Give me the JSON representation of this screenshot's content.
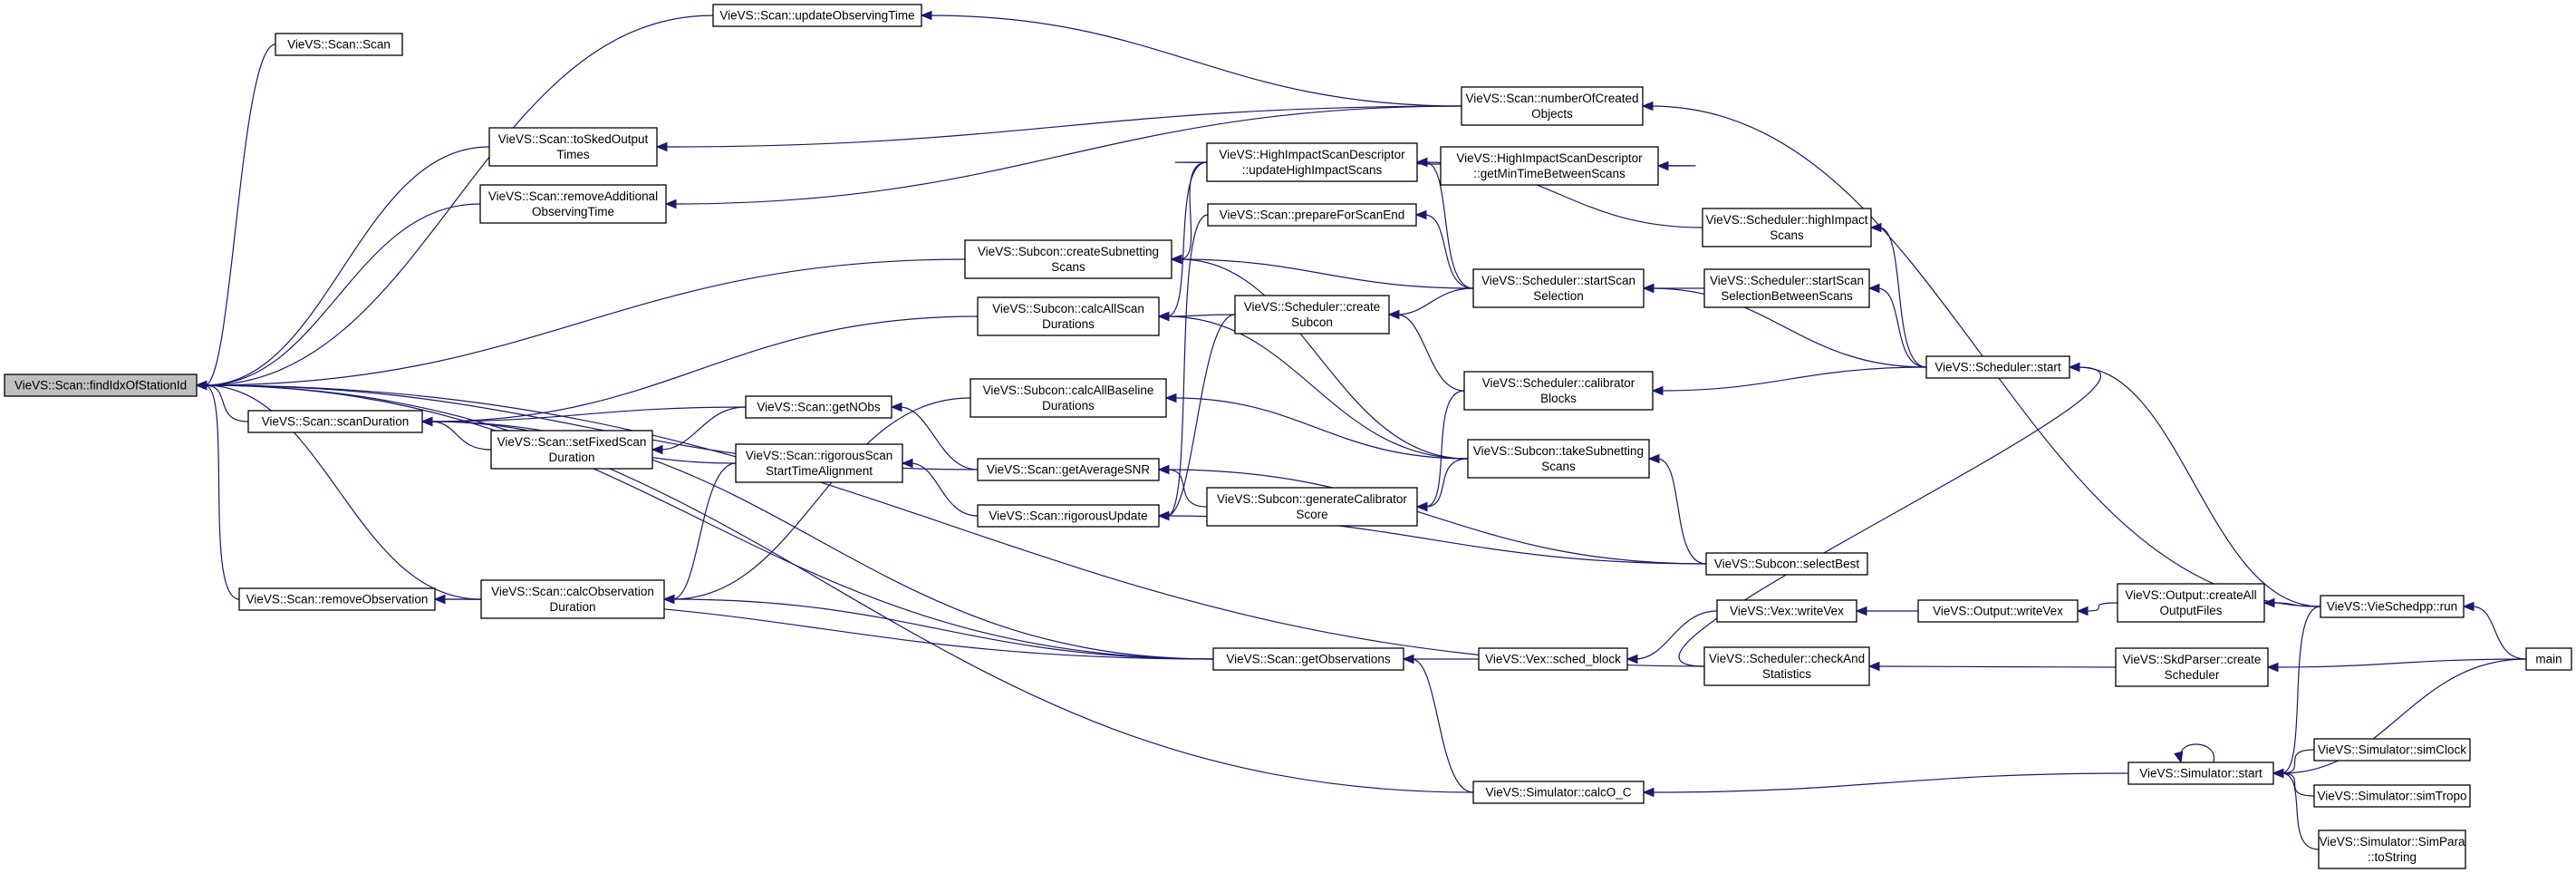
{
  "diagram": {
    "root": "findIdxOfStationId",
    "nodes": [
      {
        "id": "findIdxOfStationId",
        "lines": [
          "VieVS::Scan::findIdxOfStationId"
        ],
        "root": true
      },
      {
        "id": "scan",
        "lines": [
          "VieVS::Scan::Scan"
        ]
      },
      {
        "id": "updateObservingTime",
        "lines": [
          "VieVS::Scan::updateObservingTime"
        ]
      },
      {
        "id": "toSkedOutputTimes",
        "lines": [
          "VieVS::Scan::toSkedOutput",
          "Times"
        ]
      },
      {
        "id": "removeAdditionalObservingTime",
        "lines": [
          "VieVS::Scan::removeAdditional",
          "ObservingTime"
        ]
      },
      {
        "id": "scanDuration",
        "lines": [
          "VieVS::Scan::scanDuration"
        ]
      },
      {
        "id": "removeObservation",
        "lines": [
          "VieVS::Scan::removeObservation"
        ]
      },
      {
        "id": "getNObs",
        "lines": [
          "VieVS::Scan::getNObs"
        ]
      },
      {
        "id": "setFixedScanDuration",
        "lines": [
          "VieVS::Scan::setFixedScan",
          "Duration"
        ]
      },
      {
        "id": "rigorousScanStartTimeAlignment",
        "lines": [
          "VieVS::Scan::rigorousScan",
          "StartTimeAlignment"
        ]
      },
      {
        "id": "calcObservationDuration",
        "lines": [
          "VieVS::Scan::calcObservation",
          "Duration"
        ]
      },
      {
        "id": "createSubnettingScans",
        "lines": [
          "VieVS::Subcon::createSubnetting",
          "Scans"
        ]
      },
      {
        "id": "calcAllScanDurations",
        "lines": [
          "VieVS::Subcon::calcAllScan",
          "Durations"
        ]
      },
      {
        "id": "calcAllBaselineDurations",
        "lines": [
          "VieVS::Subcon::calcAllBaseline",
          "Durations"
        ]
      },
      {
        "id": "getAverageSNR",
        "lines": [
          "VieVS::Scan::getAverageSNR"
        ]
      },
      {
        "id": "rigorousUpdate",
        "lines": [
          "VieVS::Scan::rigorousUpdate"
        ]
      },
      {
        "id": "getObservations",
        "lines": [
          "VieVS::Scan::getObservations"
        ]
      },
      {
        "id": "updateHighImpactScans",
        "lines": [
          "VieVS::HighImpactScanDescriptor",
          "::updateHighImpactScans"
        ]
      },
      {
        "id": "prepareForScanEnd",
        "lines": [
          "VieVS::Scan::prepareForScanEnd"
        ]
      },
      {
        "id": "createSubcon",
        "lines": [
          "VieVS::Scheduler::create",
          "Subcon"
        ]
      },
      {
        "id": "generateCalibratorScore",
        "lines": [
          "VieVS::Subcon::generateCalibrator",
          "Score"
        ]
      },
      {
        "id": "schedBlock",
        "lines": [
          "VieVS::Vex::sched_block"
        ]
      },
      {
        "id": "numberOfCreatedObjects",
        "lines": [
          "VieVS::Scan::numberOfCreated",
          "Objects"
        ]
      },
      {
        "id": "getMinTimeBetweenScans",
        "lines": [
          "VieVS::HighImpactScanDescriptor",
          "::getMinTimeBetweenScans"
        ]
      },
      {
        "id": "startScanSelection",
        "lines": [
          "VieVS::Scheduler::startScan",
          "Selection"
        ]
      },
      {
        "id": "calibratorBlocks",
        "lines": [
          "VieVS::Scheduler::calibrator",
          "Blocks"
        ]
      },
      {
        "id": "takeSubnettingScans",
        "lines": [
          "VieVS::Subcon::takeSubnetting",
          "Scans"
        ]
      },
      {
        "id": "writeVexVex",
        "lines": [
          "VieVS::Vex::writeVex"
        ]
      },
      {
        "id": "checkAndStatistics",
        "lines": [
          "VieVS::Scheduler::checkAnd",
          "Statistics"
        ]
      },
      {
        "id": "calcOC",
        "lines": [
          "VieVS::Simulator::calcO_C"
        ]
      },
      {
        "id": "highImpactScans",
        "lines": [
          "VieVS::Scheduler::highImpact",
          "Scans"
        ]
      },
      {
        "id": "startScanSelectionBetweenScans",
        "lines": [
          "VieVS::Scheduler::startScan",
          "SelectionBetweenScans"
        ]
      },
      {
        "id": "schedulerStart",
        "lines": [
          "VieVS::Scheduler::start"
        ]
      },
      {
        "id": "selectBest",
        "lines": [
          "VieVS::Subcon::selectBest"
        ]
      },
      {
        "id": "outputWriteVex",
        "lines": [
          "VieVS::Output::writeVex"
        ]
      },
      {
        "id": "createAllOutputFiles",
        "lines": [
          "VieVS::Output::createAll",
          "OutputFiles"
        ]
      },
      {
        "id": "createScheduler",
        "lines": [
          "VieVS::SkdParser::create",
          "Scheduler"
        ]
      },
      {
        "id": "simulatorStart",
        "lines": [
          "VieVS::Simulator::start"
        ]
      },
      {
        "id": "vieSchedppRun",
        "lines": [
          "VieVS::VieSchedpp::run"
        ]
      },
      {
        "id": "simClock",
        "lines": [
          "VieVS::Simulator::simClock"
        ]
      },
      {
        "id": "simTropo",
        "lines": [
          "VieVS::Simulator::simTropo"
        ]
      },
      {
        "id": "simParaToString",
        "lines": [
          "VieVS::Simulator::SimPara",
          "::toString"
        ]
      },
      {
        "id": "main",
        "lines": [
          "main"
        ]
      }
    ],
    "edges": [
      {
        "from": "scan",
        "to": "findIdxOfStationId"
      },
      {
        "from": "updateObservingTime",
        "to": "findIdxOfStationId"
      },
      {
        "from": "toSkedOutputTimes",
        "to": "findIdxOfStationId"
      },
      {
        "from": "removeAdditionalObservingTime",
        "to": "findIdxOfStationId"
      },
      {
        "from": "scanDuration",
        "to": "findIdxOfStationId"
      },
      {
        "from": "removeObservation",
        "to": "findIdxOfStationId"
      },
      {
        "from": "calcObservationDuration",
        "to": "findIdxOfStationId"
      },
      {
        "from": "createSubnettingScans",
        "to": "findIdxOfStationId"
      },
      {
        "from": "getAverageSNR",
        "to": "findIdxOfStationId"
      },
      {
        "from": "getObservations",
        "to": "findIdxOfStationId"
      },
      {
        "from": "checkAndStatistics",
        "to": "findIdxOfStationId"
      },
      {
        "from": "calcOC",
        "to": "findIdxOfStationId"
      },
      {
        "from": "getNObs",
        "to": "scanDuration"
      },
      {
        "from": "setFixedScanDuration",
        "to": "scanDuration"
      },
      {
        "from": "rigorousScanStartTimeAlignment",
        "to": "scanDuration"
      },
      {
        "from": "calcAllScanDurations",
        "to": "scanDuration"
      },
      {
        "from": "getObservations",
        "to": "scanDuration"
      },
      {
        "from": "calcObservationDuration",
        "to": "removeObservation"
      },
      {
        "from": "getObservations",
        "to": "removeObservation"
      },
      {
        "from": "getAverageSNR",
        "to": "getNObs"
      },
      {
        "from": "getNObs",
        "to": "setFixedScanDuration"
      },
      {
        "from": "rigorousUpdate",
        "to": "rigorousScanStartTimeAlignment"
      },
      {
        "from": "rigorousScanStartTimeAlignment",
        "to": "calcObservationDuration"
      },
      {
        "from": "calcAllBaselineDurations",
        "to": "calcObservationDuration"
      },
      {
        "from": "getObservations",
        "to": "calcObservationDuration"
      },
      {
        "from": "numberOfCreatedObjects",
        "to": "updateObservingTime"
      },
      {
        "from": "numberOfCreatedObjects",
        "to": "toSkedOutputTimes"
      },
      {
        "from": "numberOfCreatedObjects",
        "to": "removeAdditionalObservingTime"
      },
      {
        "from": "updateHighImpactScans",
        "to": "createSubnettingScans"
      },
      {
        "from": "startScanSelection",
        "to": "createSubnettingScans"
      },
      {
        "from": "takeSubnettingScans",
        "to": "createSubnettingScans"
      },
      {
        "from": "createSubcon",
        "to": "calcAllScanDurations"
      },
      {
        "from": "takeSubnettingScans",
        "to": "calcAllScanDurations"
      },
      {
        "from": "updateHighImpactScans",
        "to": "calcAllScanDurations"
      },
      {
        "from": "takeSubnettingScans",
        "to": "calcAllBaselineDurations"
      },
      {
        "from": "generateCalibratorScore",
        "to": "getAverageSNR"
      },
      {
        "from": "selectBest",
        "to": "getAverageSNR"
      },
      {
        "from": "prepareForScanEnd",
        "to": "rigorousUpdate"
      },
      {
        "from": "createSubcon",
        "to": "rigorousUpdate"
      },
      {
        "from": "selectBest",
        "to": "rigorousUpdate"
      },
      {
        "from": "schedBlock",
        "to": "getObservations"
      },
      {
        "from": "calcOC",
        "to": "getObservations"
      },
      {
        "from": "startScanSelection",
        "to": "updateHighImpactScans"
      },
      {
        "from": "highImpactScans",
        "to": "updateHighImpactScans"
      },
      {
        "from": "startScanSelection",
        "to": "prepareForScanEnd"
      },
      {
        "from": "calibratorBlocks",
        "to": "generateCalibratorScore"
      },
      {
        "from": "takeSubnettingScans",
        "to": "generateCalibratorScore"
      },
      {
        "from": "startScanSelection",
        "to": "createSubcon"
      },
      {
        "from": "calibratorBlocks",
        "to": "createSubcon"
      },
      {
        "from": "writeVexVex",
        "to": "schedBlock"
      },
      {
        "from": "vieSchedppRun",
        "to": "numberOfCreatedObjects"
      },
      {
        "from": "updateHighImpactScans",
        "to": "getMinTimeBetweenScans"
      },
      {
        "from": "startScanSelectionBetweenScans",
        "to": "startScanSelection"
      },
      {
        "from": "schedulerStart",
        "to": "startScanSelection"
      },
      {
        "from": "schedulerStart",
        "to": "calibratorBlocks"
      },
      {
        "from": "selectBest",
        "to": "takeSubnettingScans"
      },
      {
        "from": "outputWriteVex",
        "to": "writeVexVex"
      },
      {
        "from": "createScheduler",
        "to": "checkAndStatistics"
      },
      {
        "from": "simulatorStart",
        "to": "calcOC"
      },
      {
        "from": "schedulerStart",
        "to": "highImpactScans"
      },
      {
        "from": "schedulerStart",
        "to": "startScanSelectionBetweenScans"
      },
      {
        "from": "checkAndStatistics",
        "to": "schedulerStart"
      },
      {
        "from": "vieSchedppRun",
        "to": "schedulerStart"
      },
      {
        "from": "createAllOutputFiles",
        "to": "outputWriteVex"
      },
      {
        "from": "vieSchedppRun",
        "to": "createAllOutputFiles"
      },
      {
        "from": "main",
        "to": "createScheduler"
      },
      {
        "from": "vieSchedppRun",
        "to": "simulatorStart"
      },
      {
        "from": "simulatorStart",
        "to": "simulatorStart"
      },
      {
        "from": "simClock",
        "to": "simulatorStart"
      },
      {
        "from": "simTropo",
        "to": "simulatorStart"
      },
      {
        "from": "simParaToString",
        "to": "simulatorStart"
      },
      {
        "from": "main",
        "to": "vieSchedppRun"
      },
      {
        "from": "main",
        "to": "simulatorStart"
      }
    ]
  }
}
